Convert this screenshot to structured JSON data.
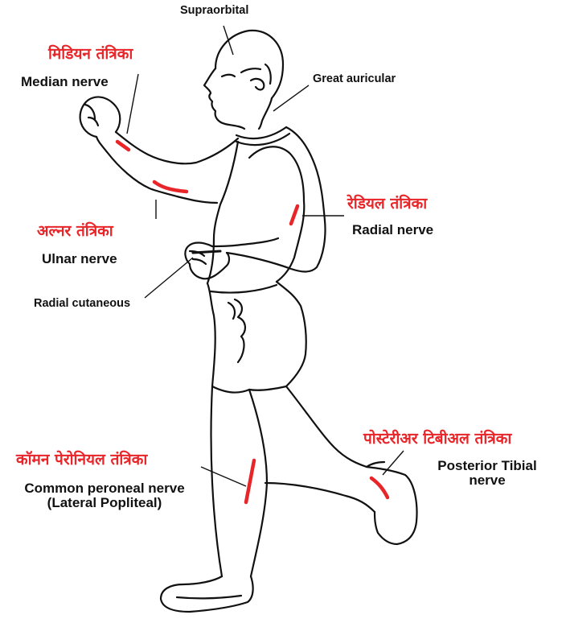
{
  "labels": {
    "supraorbital": "Supraorbital",
    "great_auricular": "Great auricular",
    "median_hindi": "मिडियन तंत्रिका",
    "median_english": "Median nerve",
    "radial_hindi": "रेडियल तंत्रिका",
    "radial_english": "Radial nerve",
    "ulnar_hindi": "अल्नर तंत्रिका",
    "ulnar_english": "Ulnar nerve",
    "radial_cutaneous": "Radial cutaneous",
    "posterior_tibial_hindi": "पोस्टेरीअर टिबीअल तंत्रिका",
    "posterior_tibial_english_line1": "Posterior Tibial",
    "posterior_tibial_english_line2": "nerve",
    "common_peroneal_hindi": "कॉमन पेरोनियल तंत्रिका",
    "common_peroneal_english_line1": "Common peroneal nerve",
    "common_peroneal_english_line2": "(Lateral  Popliteal)"
  },
  "colors": {
    "nerve_marker": "#e8262a",
    "hindi_text": "#e8262a",
    "english_text": "#111111",
    "outline": "#111111"
  }
}
